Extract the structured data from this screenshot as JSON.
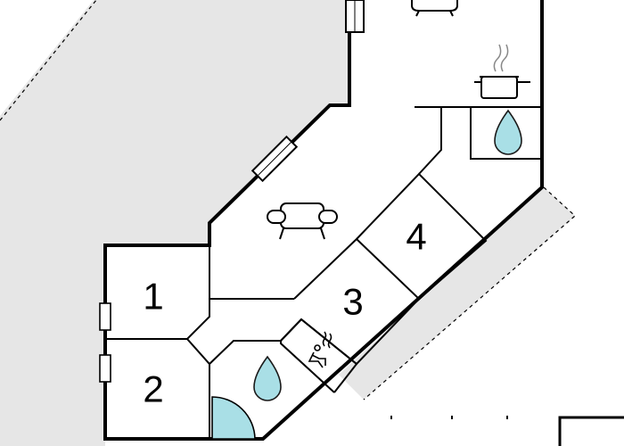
{
  "floor_plan": {
    "rooms": [
      {
        "id": "room-1",
        "label": "1"
      },
      {
        "id": "room-2",
        "label": "2"
      },
      {
        "id": "room-3",
        "label": "3"
      },
      {
        "id": "room-4",
        "label": "4"
      }
    ],
    "icons": [
      "sofa-icon",
      "armchair-icon",
      "cooking-pot-icon",
      "water-drop-icon",
      "sauna-icon",
      "window-icon",
      "door-swing-icon"
    ],
    "colors": {
      "terrace": "#e6e6e6",
      "wall": "#000000",
      "floor": "#ffffff",
      "water": "#a9dfe6",
      "water_stroke": "#1a1a1a"
    }
  }
}
